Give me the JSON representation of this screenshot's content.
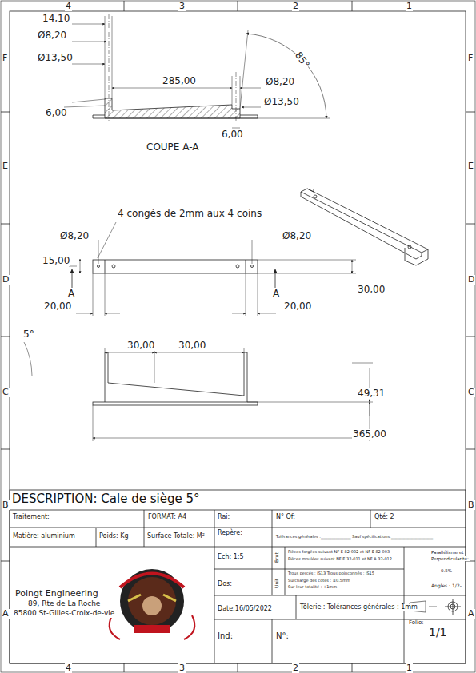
{
  "diagram": {
    "title": "DESCRIPTION: Cale de siège 5°",
    "labels": [
      "4",
      "3",
      "2",
      "1",
      "4",
      "3",
      "2",
      "1",
      "F",
      "E",
      "D",
      "C",
      "B",
      "A",
      "F",
      "E",
      "D",
      "C",
      "B",
      "A",
      "14,10",
      "Ø8,20",
      "Ø13,50",
      "285,00",
      "6,00",
      "Ø8,20",
      "Ø13,50",
      "6,00",
      "85°",
      "COUPE A-A",
      "4 congés de 2mm aux 4 coins",
      "Ø8,20",
      "Ø8,20",
      "15,00",
      "A",
      "A",
      "30,00",
      "20,00",
      "20,00",
      "5°",
      "30,00",
      "30,00",
      "49,31",
      "365,00",
      "Traitement:",
      "FORMAT: A4",
      "Rai:",
      "N° Of:",
      "Qté: 2",
      "Matière: aluminium",
      "Poids: Kg",
      "Surface Totale: M²",
      "Repère:",
      "Tolérances générales :_______________ Sauf spécifications:_____________________",
      "Poingt Engineering",
      "89, Rte de La Roche",
      "85800 St-Gilles-Croix-de-vie",
      "Ech: 1:5",
      "Dos:",
      "Date:16/05/2022",
      "Ind:",
      "N°:",
      "Brut",
      "Pièces forgées suivant NF E 82-002 et NF E 82-003",
      "Pièces moulées suivant NF E 32-011 et NF A 32-012",
      "Unit",
      "Trous percés : IS13  Trous poinçonnés : IS15",
      "Surcharge des côtés : ±0.5mm",
      "Sur leur totalité : +1mm",
      "Tôlerie : Tolérances générales :  1mm",
      "Parallélisme et",
      "Perpendicularité:",
      "0.5%",
      "Angles  : 1/2-",
      "Folio:",
      "1/1"
    ]
  }
}
